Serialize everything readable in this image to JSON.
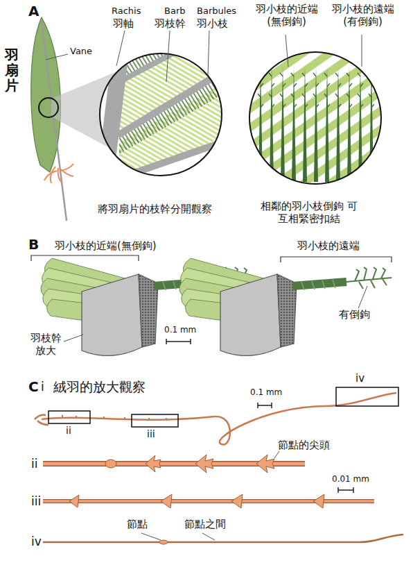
{
  "diagram": {
    "labels": [
      "羽扇片",
      "A",
      "Vane",
      "Rachis",
      "羽軸",
      "Barb",
      "羽枝幹",
      "Barbules",
      "羽小枝",
      "羽小枝的近端 (無倒鉤)",
      "羽小枝的遠端 (有倒鉤)",
      "將羽扇片的枝幹分開觀察",
      "相鄰的羽小枝倒鉤 可互相緊密扣結",
      "B",
      "羽小枝的近端(無倒鉤)",
      "羽小枝的遠端",
      "羽枝幹 放大",
      "0.1 mm",
      "有倒鉤",
      "C",
      "i",
      "絨羽的放大觀察",
      "0.1 mm",
      "iv",
      "ii",
      "iii",
      "ii",
      "節點的尖頭",
      "iii",
      "0.01 mm",
      "iv",
      "節點",
      "節點之間"
    ]
  }
}
